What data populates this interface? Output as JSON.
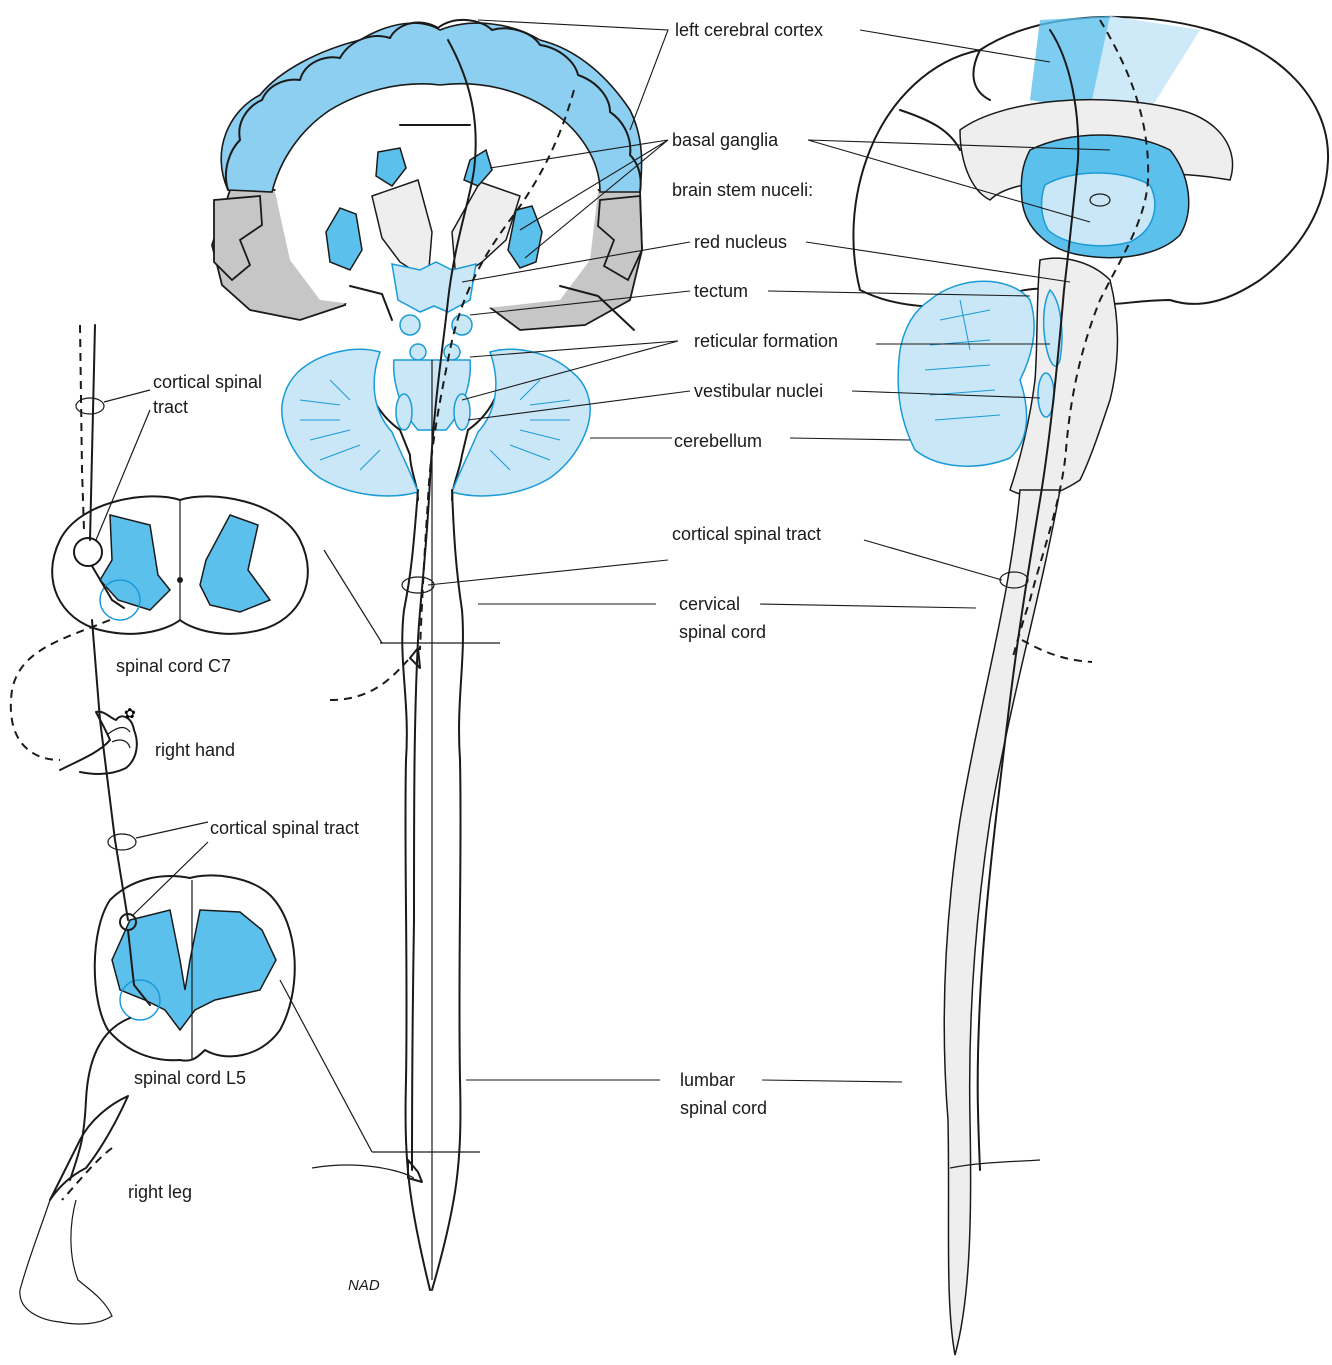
{
  "labels": {
    "left_cerebral_cortex": "left cerebral cortex",
    "basal_ganglia": "basal ganglia",
    "brain_stem_nuclei": "brain stem nuceli:",
    "red_nucleus": "red nucleus",
    "tectum": "tectum",
    "reticular_formation": "reticular formation",
    "vestibular_nuclei": "vestibular nuclei",
    "cerebellum": "cerebellum",
    "cortical_spinal_tract_center": "cortical spinal tract",
    "cervical_spinal_cord_line1": "cervical",
    "cervical_spinal_cord_line2": "spinal cord",
    "lumbar_spinal_cord_line1": "lumbar",
    "lumbar_spinal_cord_line2": "spinal cord",
    "cortical_spinal_tract_upper_line1": "cortical spinal",
    "cortical_spinal_tract_upper_line2": "tract",
    "spinal_cord_c7": "spinal cord C7",
    "right_hand": "right hand",
    "cortical_spinal_tract_lower": "cortical spinal tract",
    "spinal_cord_l5": "spinal cord L5",
    "right_leg": "right  leg",
    "signature": "NAD"
  },
  "colors": {
    "accent_blue": "#5bc0ec",
    "light_blue": "#c9e7f7",
    "medium_blue": "#8ccff0",
    "grey_matter": "#c6c6c6",
    "line": "#1a1a1a"
  }
}
